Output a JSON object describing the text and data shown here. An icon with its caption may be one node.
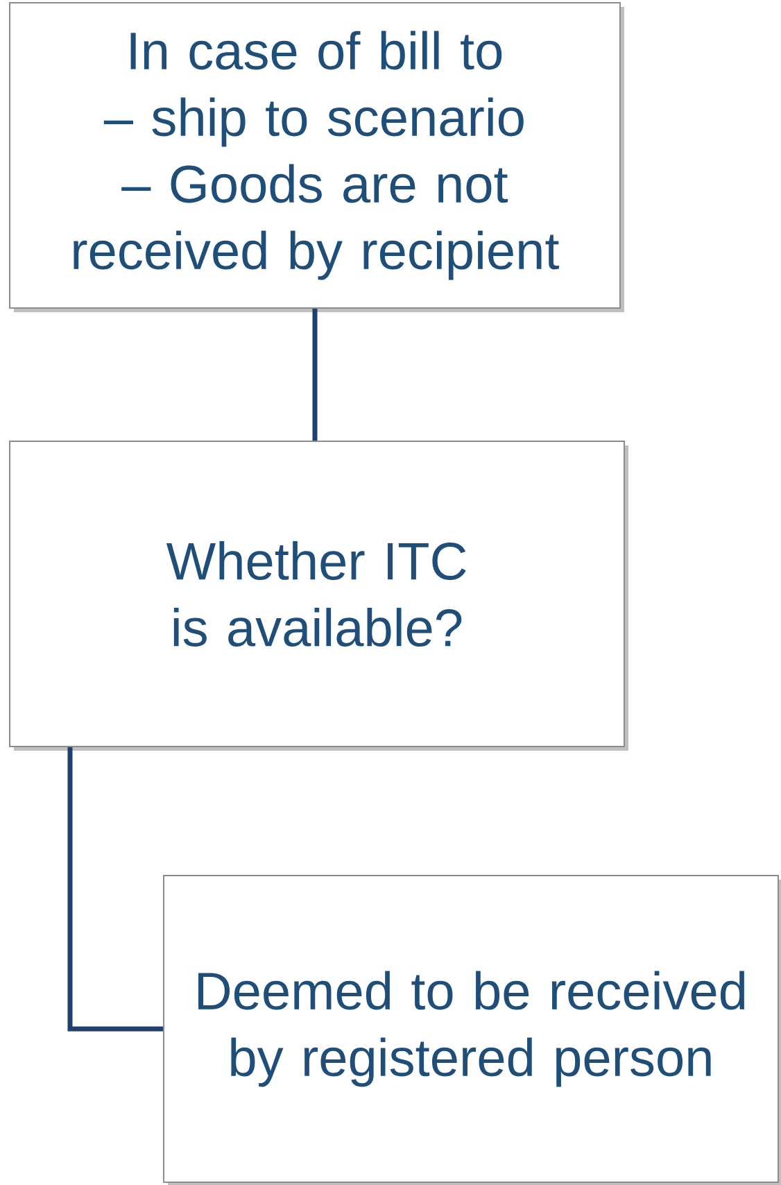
{
  "diagram": {
    "nodes": [
      {
        "text": [
          "In case of bill to – ship to scenario – Goods are not received by recipient"
        ]
      },
      {
        "text": [
          "Whether ITC is available?"
        ]
      },
      {
        "text": [
          "Deemed to be received by registered person"
        ]
      }
    ],
    "edges": [
      {
        "from": 0,
        "to": 1,
        "arrow": "none"
      },
      {
        "from": 1,
        "to": 2,
        "arrow": "none"
      }
    ]
  }
}
